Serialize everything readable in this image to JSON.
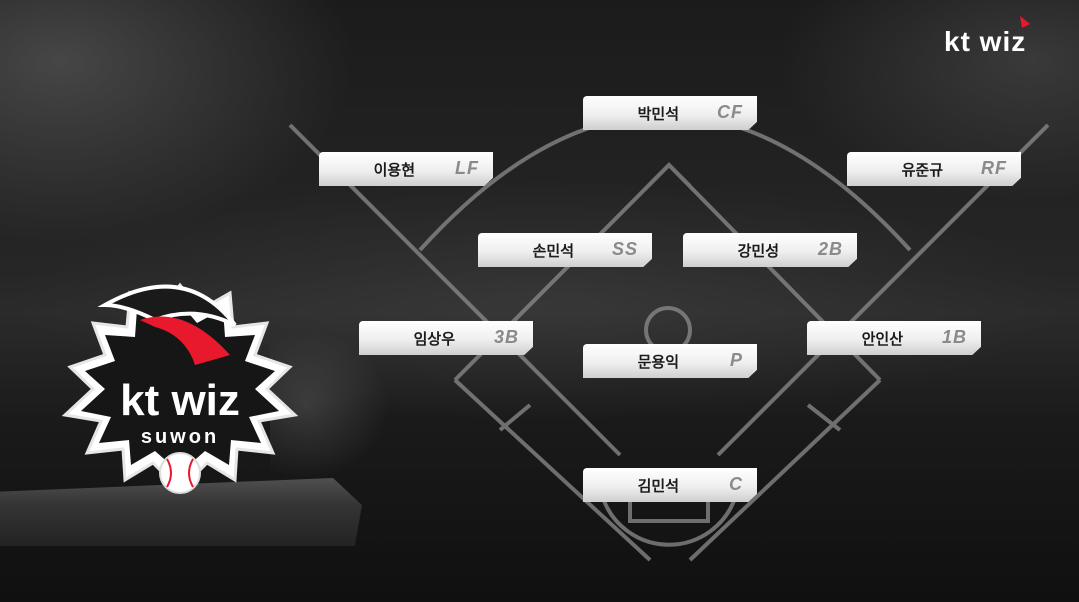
{
  "brand": {
    "text": "kt wiz",
    "accent_color": "#e8192c"
  },
  "emblem": {
    "team": "kt wiz",
    "city": "suwon",
    "icon": "wizard-hat-baseball-emblem"
  },
  "lineup": [
    {
      "name": "박민석",
      "position": "CF"
    },
    {
      "name": "이용현",
      "position": "LF"
    },
    {
      "name": "유준규",
      "position": "RF"
    },
    {
      "name": "손민석",
      "position": "SS"
    },
    {
      "name": "강민성",
      "position": "2B"
    },
    {
      "name": "임상우",
      "position": "3B"
    },
    {
      "name": "안인산",
      "position": "1B"
    },
    {
      "name": "문용익",
      "position": "P"
    },
    {
      "name": "김민석",
      "position": "C"
    }
  ]
}
